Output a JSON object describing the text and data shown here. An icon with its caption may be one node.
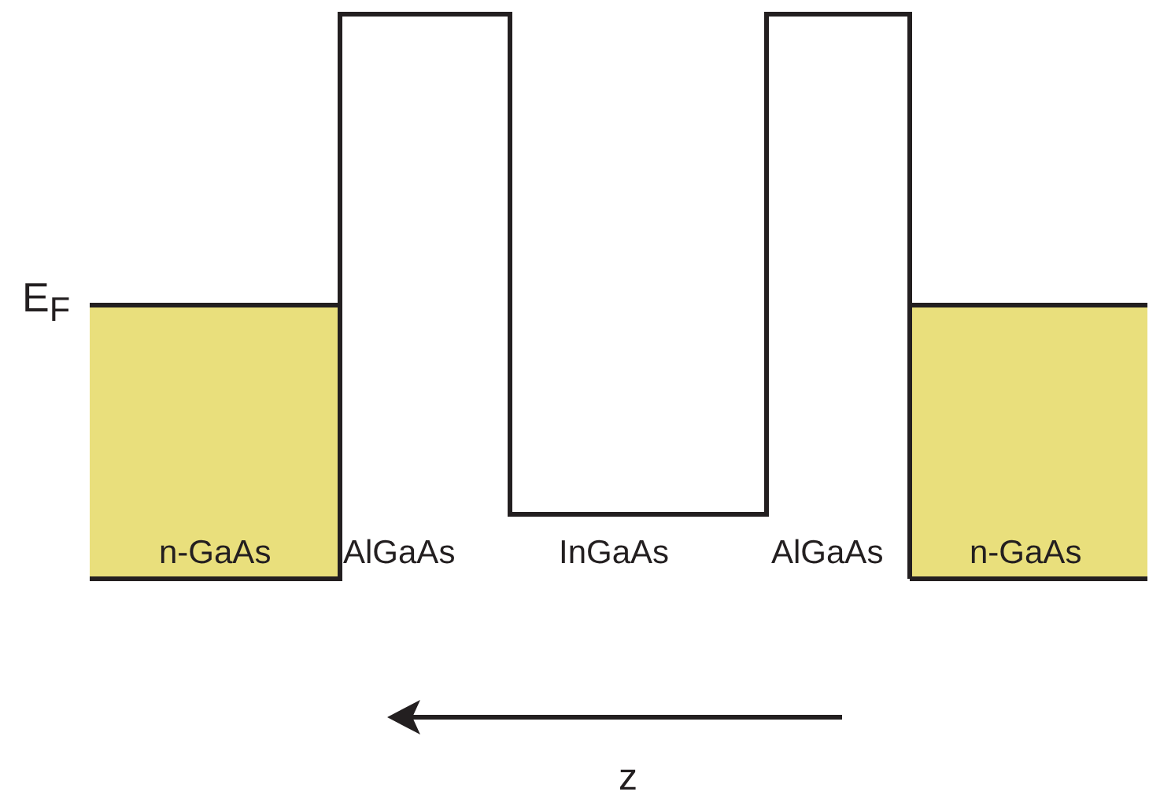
{
  "diagram": {
    "labels": [
      "E$_{F}$",
      "n-GaAs",
      "AlGaAs",
      "InGaAs",
      "AlGaAs",
      "n-GaAs",
      "z"
    ]
  }
}
